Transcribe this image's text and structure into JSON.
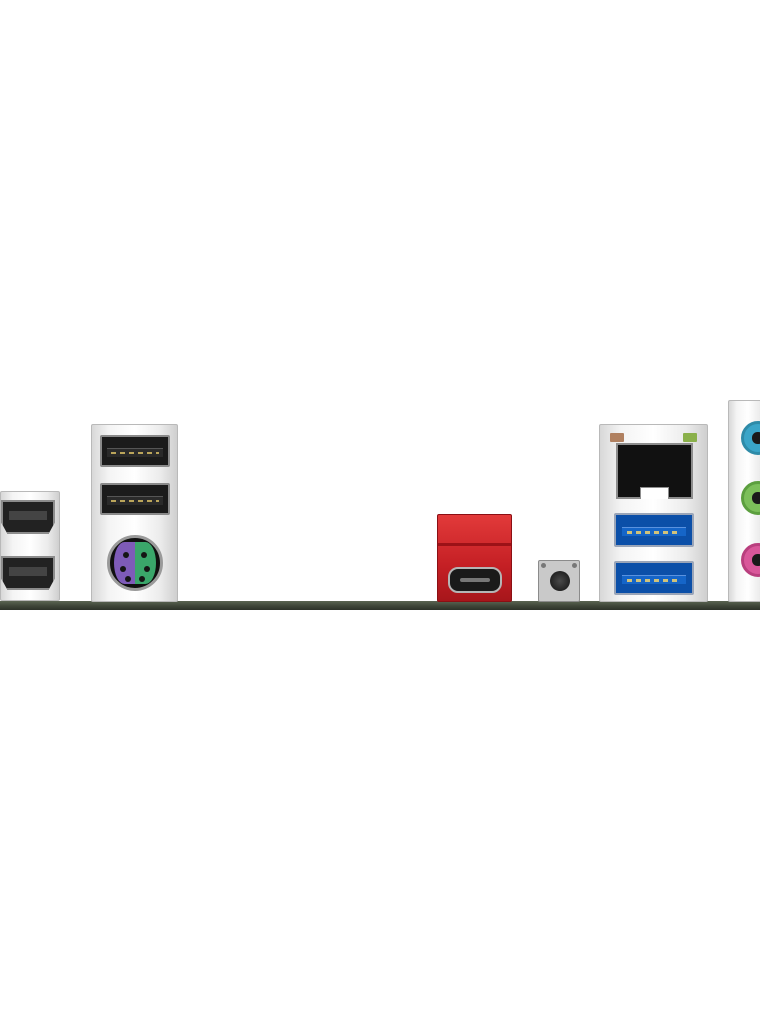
{
  "scene": {
    "description_type": "motherboard-rear-io-panel",
    "background": "#ffffff",
    "pcb_color": "#3c4336"
  },
  "ports": {
    "hdmi": {
      "count": 2,
      "icon": "hdmi-port-icon"
    },
    "usb2": {
      "count": 2,
      "color": "#1b1b1b"
    },
    "ps2": {
      "colors": [
        "#7e5bb8",
        "#3aa66a"
      ]
    },
    "usb_c": {
      "housing_color": "#c41f24"
    },
    "button": {
      "icon": "push-button-icon"
    },
    "rj45": {
      "led_colors": [
        "#b08060",
        "#8ab04a"
      ]
    },
    "usb3": {
      "count": 2,
      "color": "#0b4fa8"
    },
    "audio_jacks": {
      "colors": [
        "#3aa5c8",
        "#7cbf5a",
        "#d9579a"
      ]
    }
  }
}
